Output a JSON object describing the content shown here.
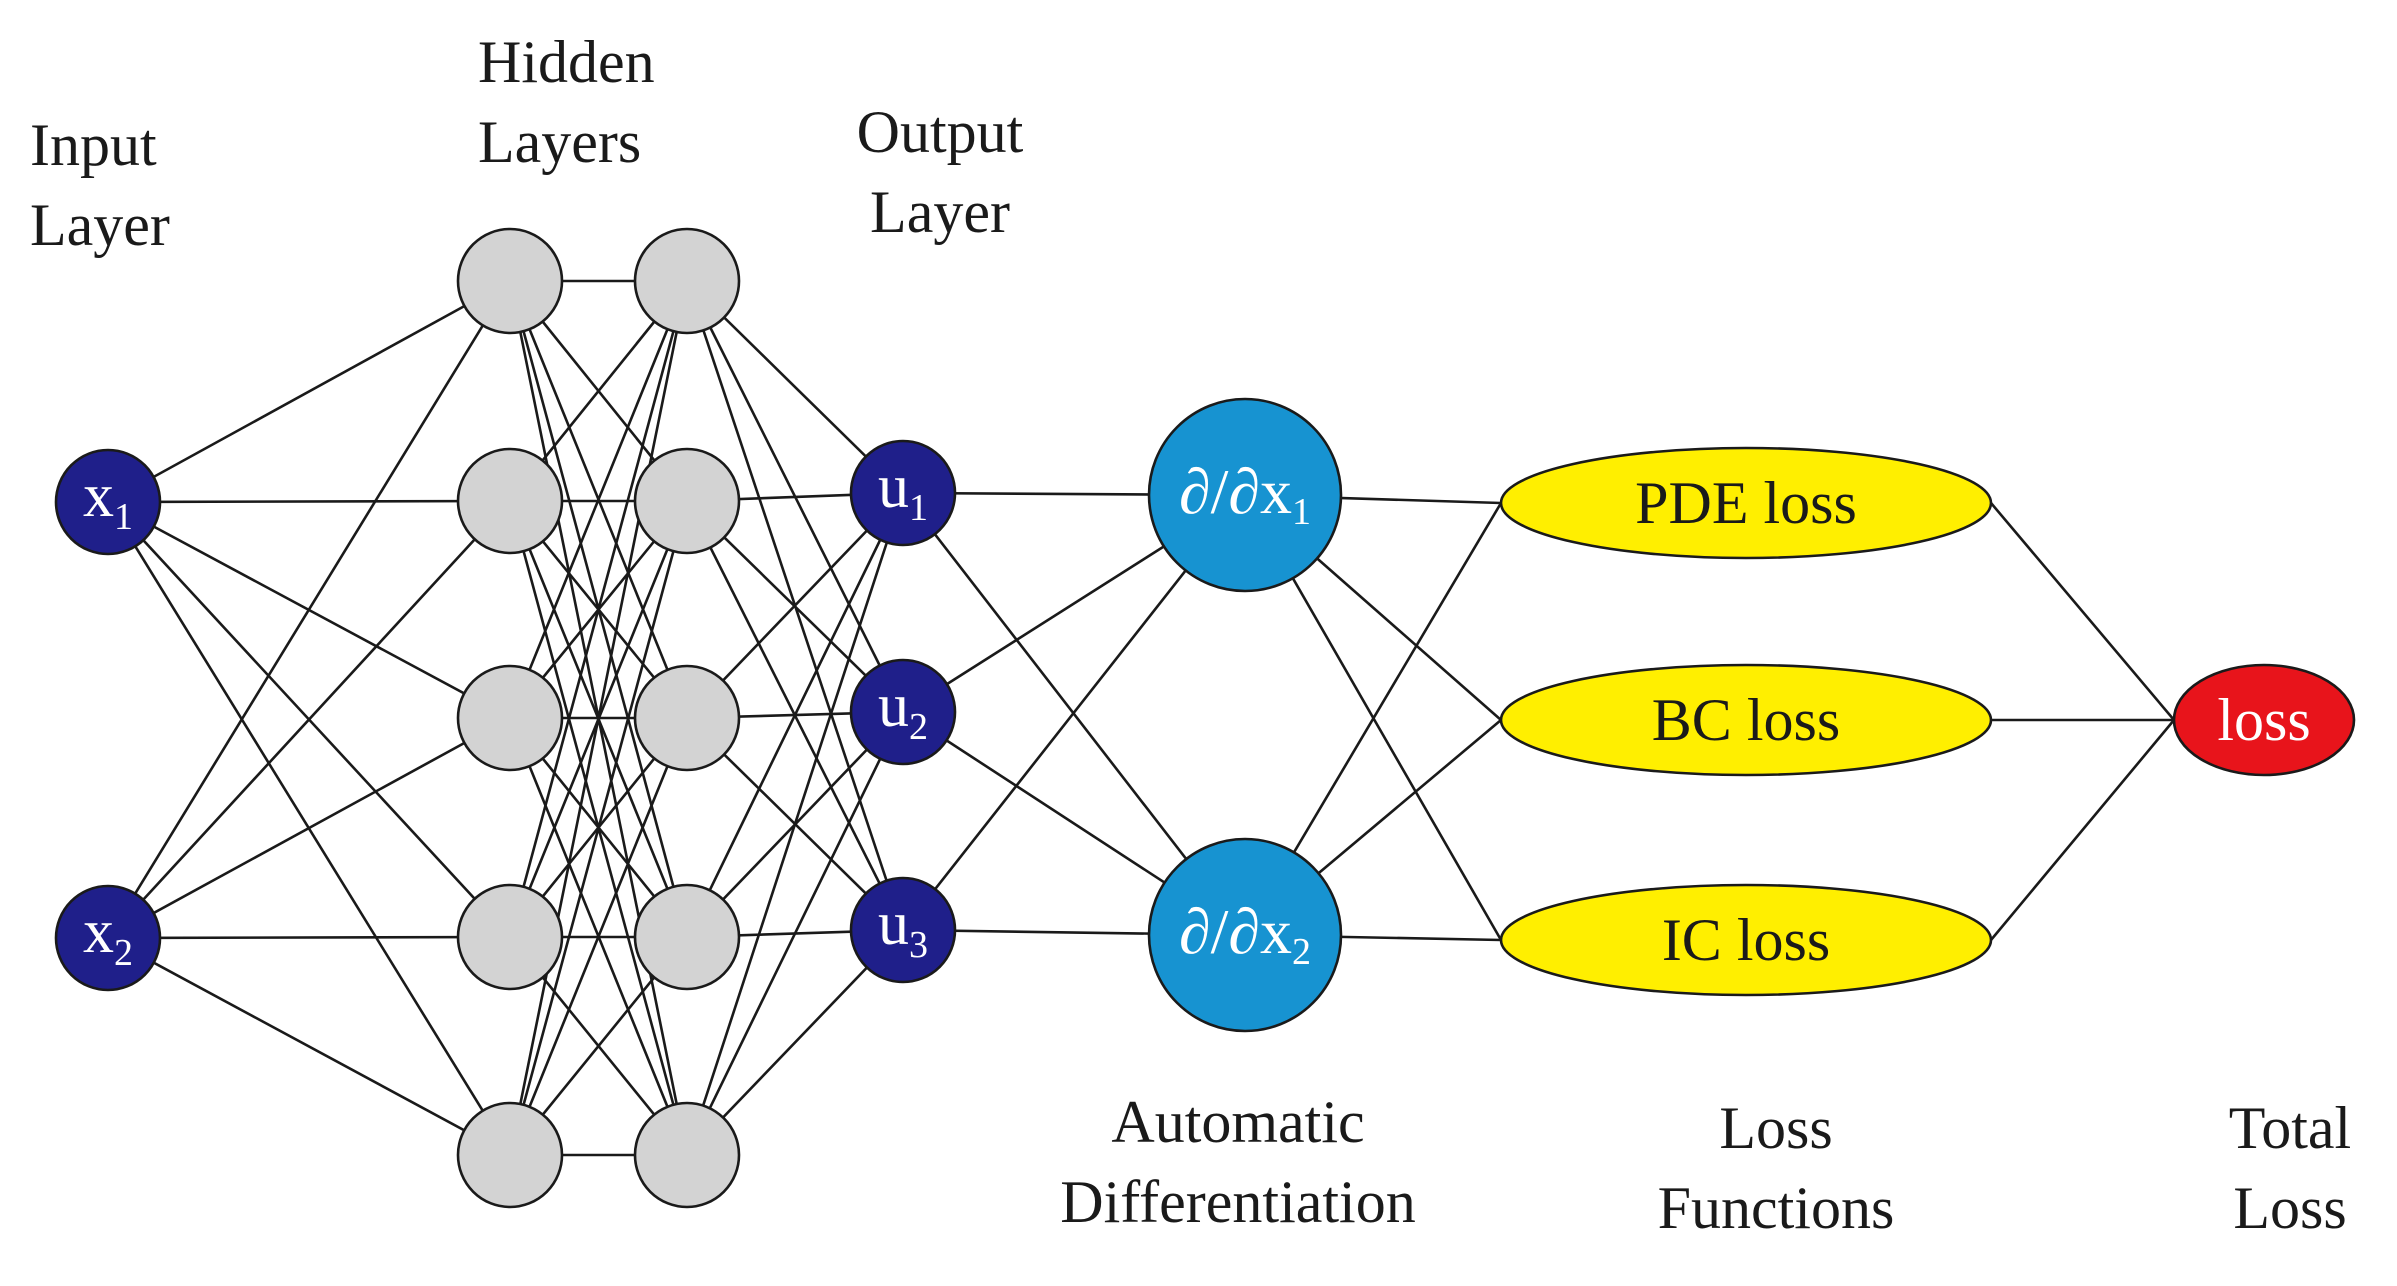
{
  "labels": {
    "input_layer": [
      "Input",
      "Layer"
    ],
    "hidden_layers": [
      "Hidden",
      "Layers"
    ],
    "output_layer": [
      "Output",
      "Layer"
    ],
    "automatic_differentiation": [
      "Automatic",
      "Differentiation"
    ],
    "loss_functions": [
      "Loss",
      "Functions"
    ],
    "total_loss": [
      "Total",
      "Loss"
    ]
  },
  "inputs": [
    {
      "base": "x",
      "sub": "1"
    },
    {
      "base": "x",
      "sub": "2"
    }
  ],
  "hidden_layer_count": 2,
  "hidden_neurons_per_layer": 5,
  "outputs": [
    {
      "base": "u",
      "sub": "1"
    },
    {
      "base": "u",
      "sub": "2"
    },
    {
      "base": "u",
      "sub": "3"
    }
  ],
  "derivatives": [
    {
      "base": "∂/∂x",
      "sub": "1"
    },
    {
      "base": "∂/∂x",
      "sub": "2"
    }
  ],
  "loss_terms": [
    "PDE loss",
    "BC loss",
    "IC loss"
  ],
  "total": "loss",
  "colors": {
    "input_node": "#1f1f8a",
    "hidden_node": "#d3d3d3",
    "output_node": "#1f1f8a",
    "derivative_node": "#1793d1",
    "loss_ellipse": "#ffef00",
    "total_ellipse": "#e8141b",
    "edge": "#1a1a1a"
  }
}
